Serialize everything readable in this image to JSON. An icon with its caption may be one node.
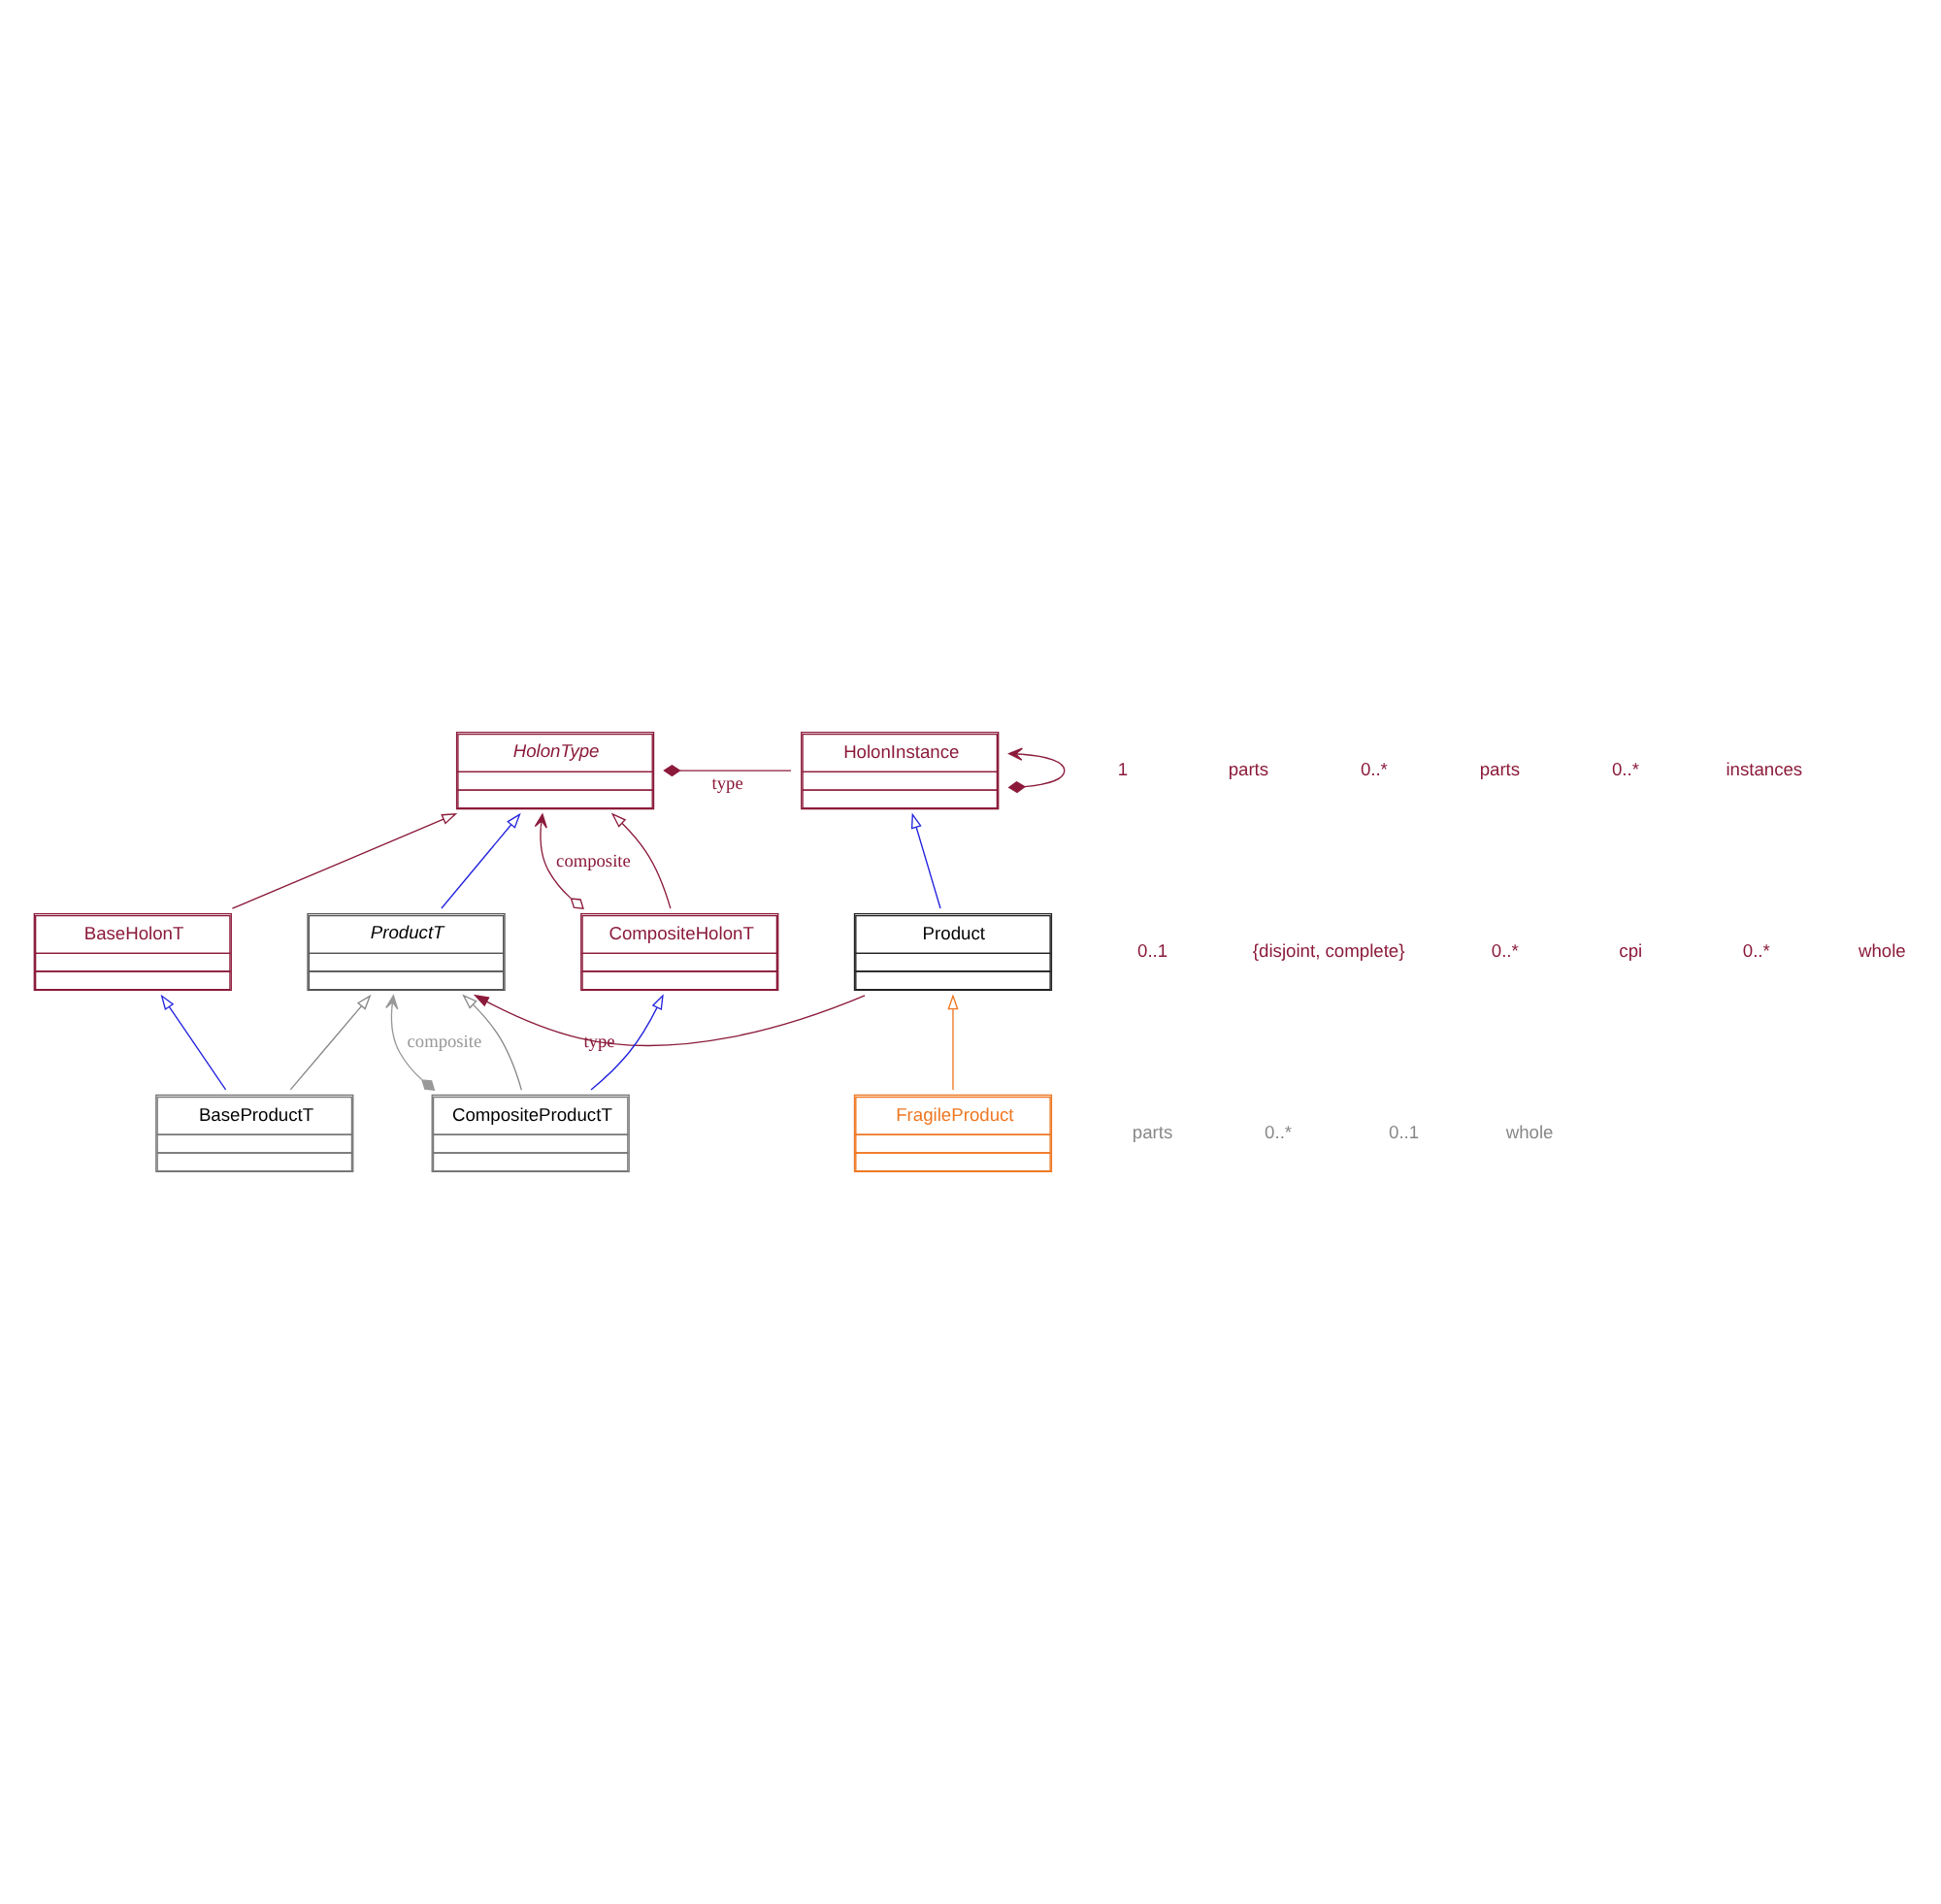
{
  "diagram": {
    "nodes": [
      {
        "text": [
          "HolonType"
        ]
      },
      {
        "text": [
          "HolonInstance"
        ]
      },
      {
        "text": [
          "BaseHolonT"
        ]
      },
      {
        "text": [
          "CompositeHolonT"
        ]
      },
      {
        "text": [
          "Product"
        ]
      },
      {
        "text": [
          "ProductT"
        ]
      },
      {
        "text": [
          "BaseProductT"
        ]
      },
      {
        "text": [
          "CompositeProductT"
        ]
      },
      {
        "text": [
          "FragileProduct"
        ]
      }
    ],
    "edges": [
      {
        "from": 0,
        "to": 1,
        "arrow": "other",
        "label": "type"
      },
      {
        "from": 3,
        "to": 0,
        "arrow": "to",
        "label": "composite"
      },
      {
        "from": 1,
        "to": 1,
        "arrow": "to"
      },
      {
        "from": 2,
        "to": 0,
        "arrow": "to"
      },
      {
        "from": 5,
        "to": 0,
        "arrow": "to",
        "color": "#2222dd"
      },
      {
        "from": 3,
        "to": 0,
        "arrow": "to"
      },
      {
        "from": 4,
        "to": 1,
        "arrow": "to",
        "color": "#2222dd"
      },
      {
        "from": 6,
        "to": 2,
        "arrow": "to",
        "color": "#2222dd"
      },
      {
        "from": 7,
        "to": 3,
        "arrow": "to",
        "color": "#2222dd"
      },
      {
        "from": 4,
        "to": 5,
        "arrow": "to",
        "label": "type"
      },
      {
        "from": 7,
        "to": 5,
        "arrow": "to",
        "label": "composite",
        "color": "#999999"
      },
      {
        "from": 6,
        "to": 5,
        "arrow": "to",
        "color": "#888888"
      },
      {
        "from": 7,
        "to": 5,
        "arrow": "to",
        "color": "#888888"
      },
      {
        "from": 8,
        "to": 4,
        "arrow": "to",
        "color": "#ee7722"
      }
    ],
    "labels": [
      "1",
      "parts",
      "0..*",
      "parts",
      "0..*",
      "instances",
      "0..1",
      "{disjoint, complete}",
      "0..*",
      "cpi",
      "0..*",
      "whole",
      "parts",
      "0..*",
      "0..1",
      "whole"
    ]
  }
}
